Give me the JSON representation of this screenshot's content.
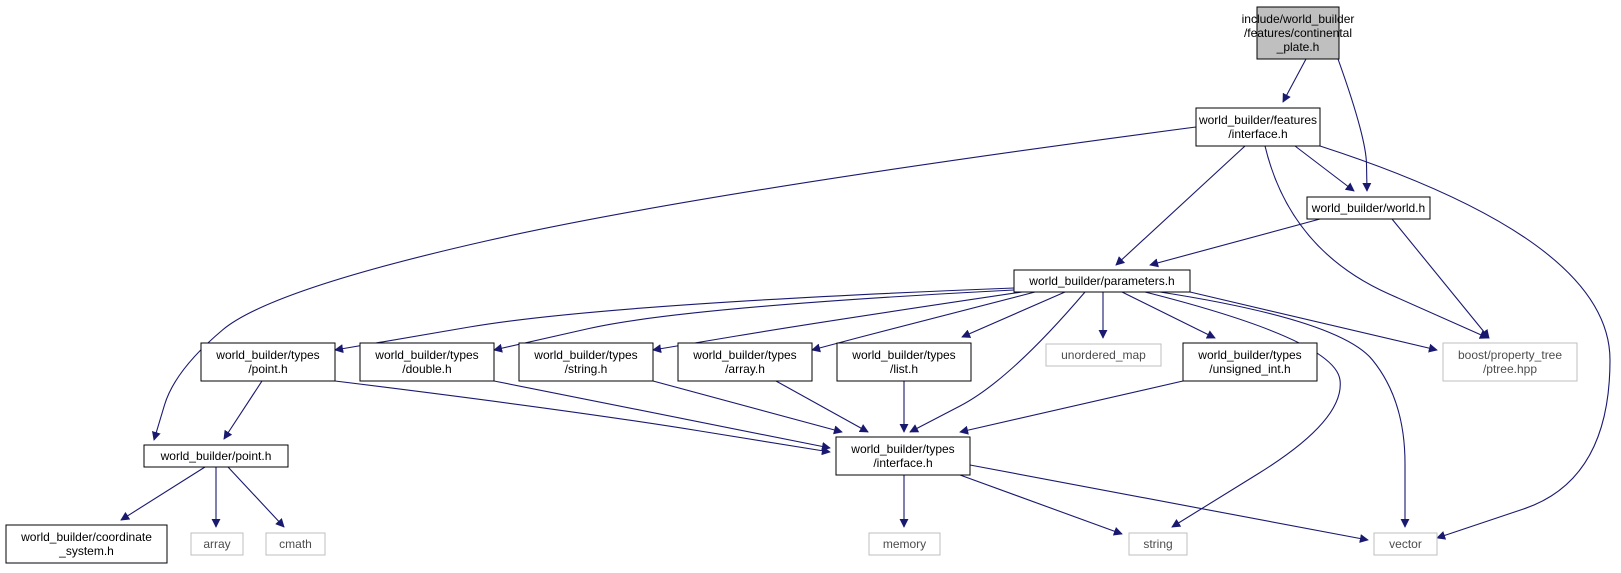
{
  "colors": {
    "edge": "#191970",
    "node_border": "#000000",
    "system_border": "#bfbfbf",
    "system_text": "#4d4d4d",
    "root_fill": "#bfbfbf",
    "node_fill": "#ffffff",
    "text": "#000000"
  },
  "nodes": [
    {
      "id": "continental_plate",
      "lines": [
        "include/world_builder",
        "/features/continental",
        "_plate.h"
      ],
      "kind": "root"
    },
    {
      "id": "features_interface",
      "lines": [
        "world_builder/features",
        "/interface.h"
      ],
      "kind": "local"
    },
    {
      "id": "world",
      "lines": [
        "world_builder/world.h"
      ],
      "kind": "local"
    },
    {
      "id": "parameters",
      "lines": [
        "world_builder/parameters.h"
      ],
      "kind": "local"
    },
    {
      "id": "types_point",
      "lines": [
        "world_builder/types",
        "/point.h"
      ],
      "kind": "local"
    },
    {
      "id": "types_double",
      "lines": [
        "world_builder/types",
        "/double.h"
      ],
      "kind": "local"
    },
    {
      "id": "types_string",
      "lines": [
        "world_builder/types",
        "/string.h"
      ],
      "kind": "local"
    },
    {
      "id": "types_array",
      "lines": [
        "world_builder/types",
        "/array.h"
      ],
      "kind": "local"
    },
    {
      "id": "types_list",
      "lines": [
        "world_builder/types",
        "/list.h"
      ],
      "kind": "local"
    },
    {
      "id": "unordered_map",
      "lines": [
        "unordered_map"
      ],
      "kind": "system"
    },
    {
      "id": "types_unsigned_int",
      "lines": [
        "world_builder/types",
        "/unsigned_int.h"
      ],
      "kind": "local"
    },
    {
      "id": "ptree",
      "lines": [
        "boost/property_tree",
        "/ptree.hpp"
      ],
      "kind": "system"
    },
    {
      "id": "point",
      "lines": [
        "world_builder/point.h"
      ],
      "kind": "local"
    },
    {
      "id": "types_interface",
      "lines": [
        "world_builder/types",
        "/interface.h"
      ],
      "kind": "local"
    },
    {
      "id": "coordinate_system",
      "lines": [
        "world_builder/coordinate",
        "_system.h"
      ],
      "kind": "local"
    },
    {
      "id": "array",
      "lines": [
        "array"
      ],
      "kind": "system"
    },
    {
      "id": "cmath",
      "lines": [
        "cmath"
      ],
      "kind": "system"
    },
    {
      "id": "memory",
      "lines": [
        "memory"
      ],
      "kind": "system"
    },
    {
      "id": "string",
      "lines": [
        "string"
      ],
      "kind": "system"
    },
    {
      "id": "vector",
      "lines": [
        "vector"
      ],
      "kind": "system"
    }
  ],
  "edges": [
    {
      "from": "continental_plate",
      "to": "features_interface"
    },
    {
      "from": "continental_plate",
      "to": "world"
    },
    {
      "from": "features_interface",
      "to": "point"
    },
    {
      "from": "features_interface",
      "to": "parameters"
    },
    {
      "from": "features_interface",
      "to": "ptree"
    },
    {
      "from": "features_interface",
      "to": "world"
    },
    {
      "from": "features_interface",
      "to": "vector"
    },
    {
      "from": "world",
      "to": "parameters"
    },
    {
      "from": "world",
      "to": "ptree"
    },
    {
      "from": "parameters",
      "to": "types_point"
    },
    {
      "from": "parameters",
      "to": "types_double"
    },
    {
      "from": "parameters",
      "to": "types_string"
    },
    {
      "from": "parameters",
      "to": "types_array"
    },
    {
      "from": "parameters",
      "to": "types_list"
    },
    {
      "from": "parameters",
      "to": "types_interface"
    },
    {
      "from": "parameters",
      "to": "unordered_map"
    },
    {
      "from": "parameters",
      "to": "types_unsigned_int"
    },
    {
      "from": "parameters",
      "to": "string"
    },
    {
      "from": "parameters",
      "to": "vector"
    },
    {
      "from": "parameters",
      "to": "ptree"
    },
    {
      "from": "types_point",
      "to": "point"
    },
    {
      "from": "types_point",
      "to": "types_interface"
    },
    {
      "from": "types_double",
      "to": "types_interface"
    },
    {
      "from": "types_string",
      "to": "types_interface"
    },
    {
      "from": "types_array",
      "to": "types_interface"
    },
    {
      "from": "types_list",
      "to": "types_interface"
    },
    {
      "from": "types_unsigned_int",
      "to": "types_interface"
    },
    {
      "from": "point",
      "to": "coordinate_system"
    },
    {
      "from": "point",
      "to": "array"
    },
    {
      "from": "point",
      "to": "cmath"
    },
    {
      "from": "types_interface",
      "to": "memory"
    },
    {
      "from": "types_interface",
      "to": "string"
    },
    {
      "from": "types_interface",
      "to": "vector"
    }
  ]
}
